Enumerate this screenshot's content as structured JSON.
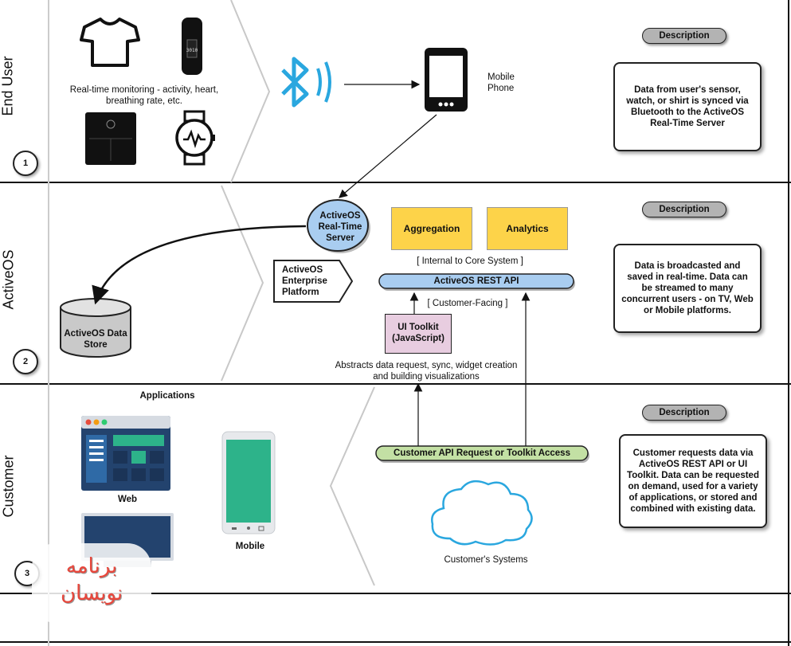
{
  "lanes": [
    {
      "label": "End User",
      "number": "1"
    },
    {
      "label": "ActiveOS",
      "number": "2"
    },
    {
      "label": "Customer",
      "number": "3"
    }
  ],
  "end_user": {
    "monitoring_text": "Real-time monitoring - activity, heart, breathing rate, etc.",
    "phone_label": "Mobile Phone",
    "description_tag": "Description",
    "description": "Data from user's sensor, watch, or shirt is synced via Bluetooth to the ActiveOS Real-Time Server"
  },
  "activeos": {
    "server_label": "ActiveOS Real-Time Server",
    "datastore_label": "ActiveOS Data Store",
    "platform_label": "ActiveOS Enterprise Platform",
    "aggregation": "Aggregation",
    "analytics": "Analytics",
    "internal_label": "[ Internal to Core System ]",
    "api_label": "ActiveOS REST API",
    "customer_facing_label": "[ Customer-Facing ]",
    "toolkit_label": "UI Toolkit (JavaScript)",
    "toolkit_caption": "Abstracts data request, sync, widget creation and building visualizations",
    "description_tag": "Description",
    "description": "Data is broadcasted and saved in real-time. Data can be streamed to many concurrent users - on TV, Web or Mobile platforms."
  },
  "customer": {
    "applications_title": "Applications",
    "web_label": "Web",
    "mobile_label": "Mobile",
    "request_label": "Customer API Request or Toolkit Access",
    "systems_label": "Customer's Systems",
    "description_tag": "Description",
    "description": "Customer requests data via ActiveOS REST API or UI Toolkit. Data can be requested on demand, used for a variety of applications, or stored and combined with existing data."
  },
  "watermark_text": "برنامه نویسان",
  "colors": {
    "bluetooth": "#2aa7df",
    "server_blue": "#a9cdf0",
    "api_blue": "#a9cdf0",
    "yellow": "#fdd349",
    "pink": "#e8cde0",
    "green": "#c3e0a4",
    "app_green": "#2db38a",
    "navy": "#23436e"
  }
}
